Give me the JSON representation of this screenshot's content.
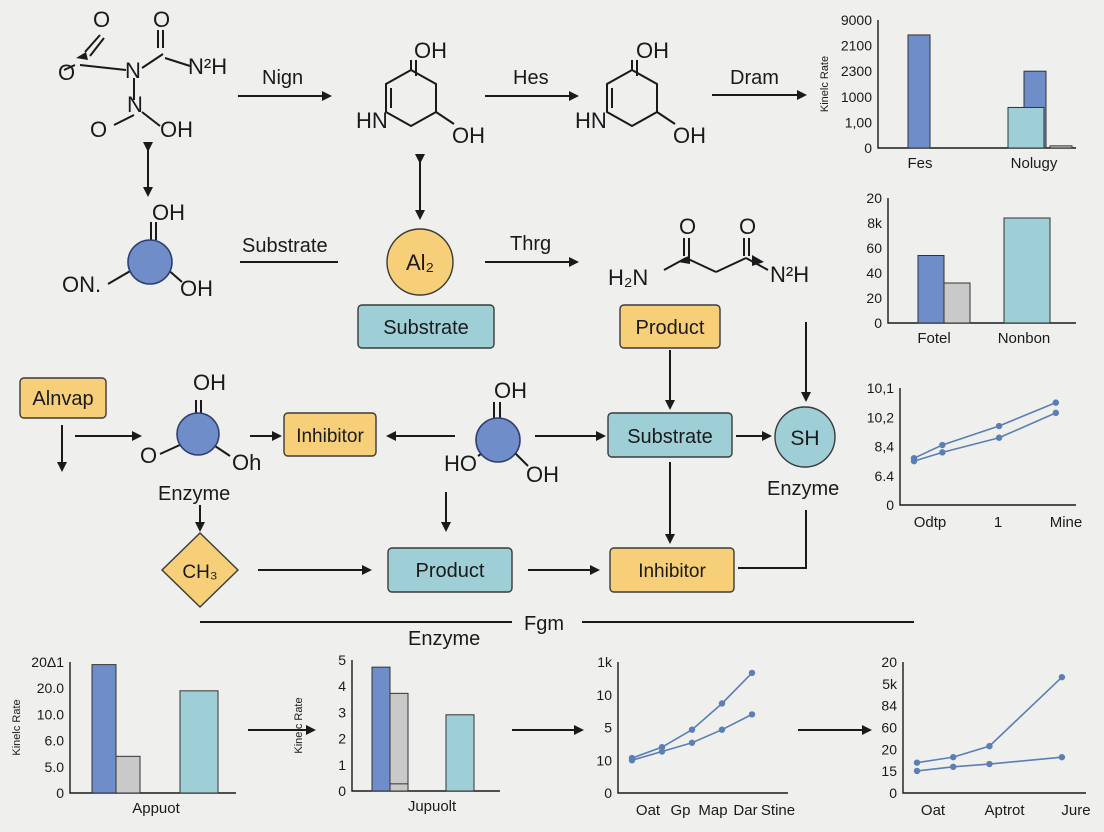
{
  "labels": {
    "arrow_nign": "Nign",
    "arrow_hes": "Hes",
    "arrow_dram": "Dram",
    "substrate_text": "Substrate",
    "arrow_thrg": "Thrg",
    "fgm": "Fgm",
    "enzyme_mid_left": "Enzyme",
    "enzyme_right": "Enzyme",
    "enzyme_bottom": "Enzyme"
  },
  "molecules": {
    "m1": {
      "o_top1": "O",
      "o_top2": "O",
      "o_left": "O",
      "n1": "N",
      "n_right": "N²H",
      "n_mid": "N",
      "o_low": "O",
      "oh": "OH"
    },
    "m2": {
      "oh_top": "OH",
      "hn": "HN",
      "oh_bot": "OH"
    },
    "m3": {
      "oh_top": "OH",
      "hn": "HN",
      "oh_bot": "OH"
    },
    "m4": {
      "oh": "OH",
      "on": "ON.",
      "oh2": "OH"
    },
    "m5": {
      "o1": "O",
      "o2": "O",
      "h2n": "H₂N",
      "nh": "N²H"
    },
    "m6": {
      "oh": "OH",
      "o": "O",
      "oh2": "Oh"
    },
    "m7": {
      "oh": "OH",
      "ho": "HO",
      "oh2": "OH"
    }
  },
  "nodes": {
    "al2": "Al₂",
    "substrate_mid": "Substrate",
    "product_top": "Product",
    "alnvap": "Alnvap",
    "inhibitor_left": "Inhibitor",
    "substrate_right": "Substrate",
    "sh": "SH",
    "ch3": "CH₃",
    "product_bottom": "Product",
    "inhibitor_bottom": "Inhibitor"
  },
  "colors": {
    "blue": "#6f8ec9",
    "teal": "#9fcfd6",
    "gray": "#c9c9c9",
    "yellow": "#f6cf78",
    "line": "#5b7fb5"
  },
  "chart_data": [
    {
      "type": "bar",
      "id": "tr1",
      "ylabel": "Kinelc Rate",
      "yticks": [
        "9000",
        "2100",
        "2300",
        "1000",
        "1,00",
        "0"
      ],
      "categories": [
        "Fes",
        "Nolugy"
      ],
      "series": [
        {
          "values": [
            5.3,
            3.6
          ]
        },
        {
          "values": [
            0,
            0.1
          ]
        }
      ],
      "teal_values": [
        0,
        1.9
      ],
      "ylim": [
        0,
        6
      ]
    },
    {
      "type": "bar",
      "id": "tr2",
      "ylabel": "",
      "yticks": [
        "20",
        "8k",
        "60",
        "40",
        "20",
        "0"
      ],
      "categories": [
        "Fotel",
        "Nonbon"
      ],
      "series": [
        {
          "values": [
            2.7,
            0
          ]
        },
        {
          "values": [
            1.6,
            0
          ]
        }
      ],
      "teal_values": [
        0,
        4.2
      ],
      "ylim": [
        0,
        5
      ]
    },
    {
      "type": "line",
      "id": "tr3",
      "yticks": [
        "10,1",
        "10,2",
        "8,4",
        "6.4",
        "0"
      ],
      "xticks": [
        "Odtp",
        "1",
        "Mine"
      ],
      "series": [
        {
          "values": [
            [
              0,
              3.2
            ],
            [
              1,
              4.1
            ],
            [
              3,
              5.4
            ],
            [
              5,
              7.0
            ]
          ]
        },
        {
          "values": [
            [
              0,
              3.0
            ],
            [
              1,
              3.6
            ],
            [
              3,
              4.6
            ],
            [
              5,
              6.3
            ]
          ]
        }
      ],
      "xlim": [
        0,
        5.5
      ],
      "ylim": [
        0,
        8
      ]
    },
    {
      "type": "bar",
      "id": "b1",
      "ylabel": "Kinelc Rate",
      "yticks": [
        "20Δ1",
        "20.0",
        "10.0",
        "6.0",
        "5.0",
        "0"
      ],
      "categories": [
        "Appuot"
      ],
      "series": [
        {
          "values": [
            4.9,
            0
          ]
        },
        {
          "values": [
            1.4,
            0
          ]
        }
      ],
      "teal_values": [
        0,
        3.9
      ],
      "ylim": [
        0,
        5
      ]
    },
    {
      "type": "bar",
      "id": "b2",
      "ylabel": "Kinelc Rate",
      "yticks": [
        "5",
        "4",
        "3",
        "2",
        "1",
        "0"
      ],
      "categories": [
        "Jupuolt"
      ],
      "series": [
        {
          "values": [
            5.2,
            0
          ]
        },
        {
          "values": [
            4.1,
            0.3
          ]
        }
      ],
      "teal_values": [
        0,
        3.2
      ],
      "ylim": [
        0,
        5.5
      ]
    },
    {
      "type": "line",
      "id": "b3",
      "yticks": [
        "1k",
        "10",
        "5",
        "10",
        "0"
      ],
      "xticks": [
        "Oat",
        "Gp",
        "Map",
        "Dar",
        "Stine"
      ],
      "series": [
        {
          "values": [
            [
              0,
              1.6
            ],
            [
              1,
              2.1
            ],
            [
              2,
              2.9
            ],
            [
              3,
              4.1
            ],
            [
              4,
              5.5
            ]
          ]
        },
        {
          "values": [
            [
              0,
              1.5
            ],
            [
              1,
              1.9
            ],
            [
              2,
              2.3
            ],
            [
              3,
              2.9
            ],
            [
              4,
              3.6
            ]
          ]
        }
      ],
      "xlim": [
        0,
        5
      ],
      "ylim": [
        0,
        6
      ]
    },
    {
      "type": "line",
      "id": "b4",
      "yticks": [
        "20",
        "5k",
        "84",
        "60",
        "20",
        "15",
        "0"
      ],
      "xticks": [
        "Oat",
        "Aptrot",
        "Jure"
      ],
      "series": [
        {
          "values": [
            [
              0,
              2.2
            ],
            [
              1,
              2.6
            ],
            [
              2,
              3.4
            ],
            [
              4,
              8.4
            ]
          ]
        },
        {
          "values": [
            [
              0,
              1.6
            ],
            [
              1,
              1.9
            ],
            [
              2,
              2.1
            ],
            [
              4,
              2.6
            ]
          ]
        }
      ],
      "xlim": [
        0,
        4.5
      ],
      "ylim": [
        0,
        9.5
      ]
    }
  ]
}
